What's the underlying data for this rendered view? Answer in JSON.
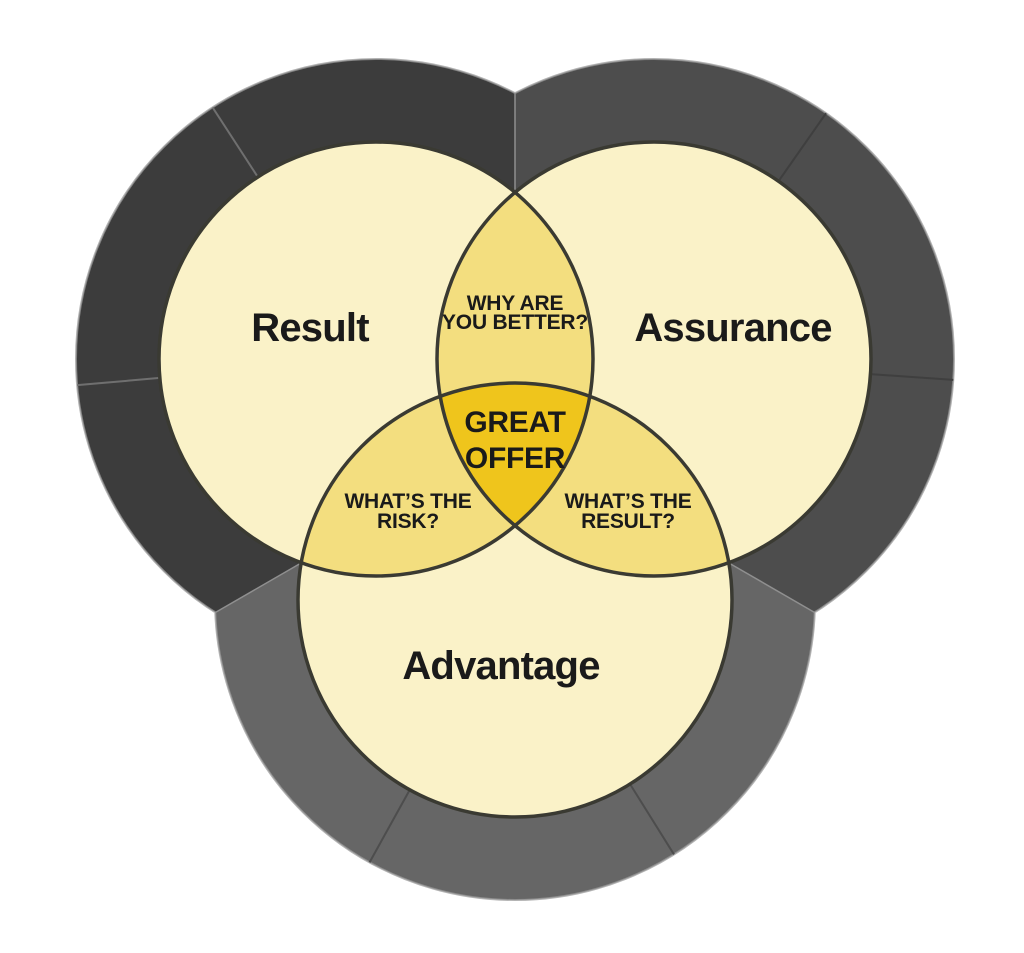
{
  "diagram": {
    "type": "venn-3",
    "colors": {
      "background": "#ffffff",
      "circle_fill": "#faf2c8",
      "overlap_fill": "#f3de7f",
      "center_fill": "#efc51c",
      "circle_stroke": "#3a3a32",
      "text": "#1a1a1a",
      "ring_rim": "#9a9a9a",
      "junction_line": "#8f8f8f"
    },
    "circles": [
      {
        "id": "result",
        "label": "Result",
        "ring_color": "#3c3c3c",
        "divider_color": "#6f6f6f"
      },
      {
        "id": "assurance",
        "label": "Assurance",
        "ring_color": "#4d4d4d",
        "divider_color": "#3f3f3f"
      },
      {
        "id": "advantage",
        "label": "Advantage",
        "ring_color": "#666666",
        "divider_color": "#4d4d4d"
      }
    ],
    "intersections": {
      "top": {
        "lines": [
          "WHY ARE",
          "YOU BETTER?"
        ]
      },
      "left": {
        "lines": [
          "WHAT’S THE",
          "RISK?"
        ]
      },
      "right": {
        "lines": [
          "WHAT’S THE",
          "RESULT?"
        ]
      },
      "center": {
        "lines": [
          "GREAT",
          "OFFER"
        ]
      }
    }
  }
}
